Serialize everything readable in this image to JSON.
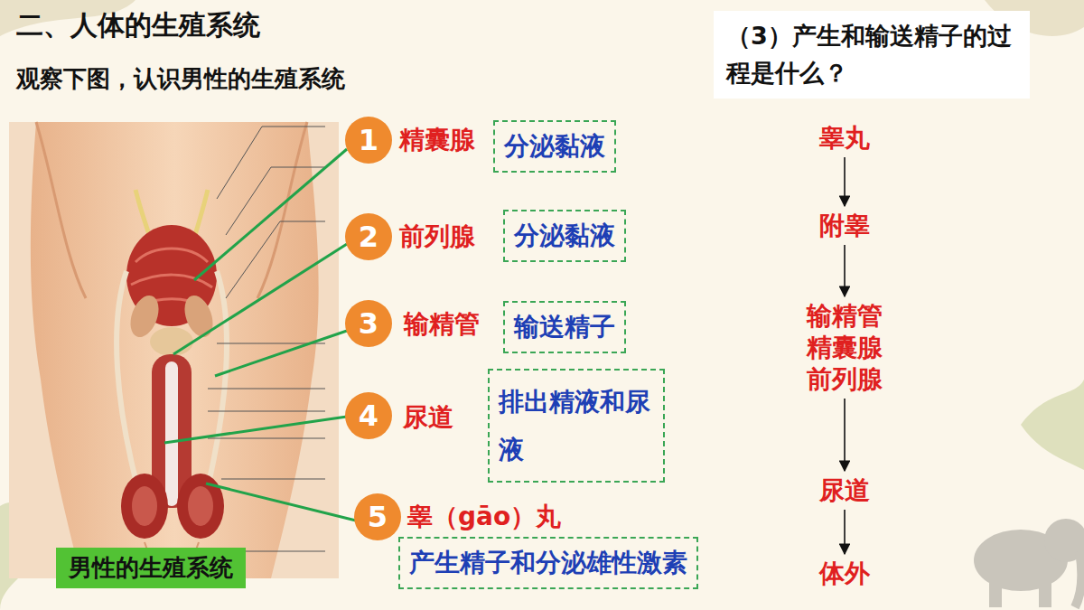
{
  "diagram": {
    "title": "二、人体的生殖系统",
    "nodes": [
      {
        "text": [
          "1"
        ]
      },
      {
        "text": [
          "分泌黏液"
        ]
      },
      {
        "text": [
          "2"
        ]
      },
      {
        "text": [
          "分泌黏液"
        ]
      },
      {
        "text": [
          "3"
        ]
      },
      {
        "text": [
          "输送精子"
        ]
      },
      {
        "text": [
          "4"
        ]
      },
      {
        "text": [
          "排出精液和尿液"
        ]
      },
      {
        "text": [
          "5"
        ]
      },
      {
        "text": [
          "产生精子和分泌雄性激素"
        ]
      },
      {
        "text": [
          "男性的生殖系统"
        ]
      },
      {
        "text": [
          "（3）产生和输送精子的过程是什么？"
        ]
      },
      {
        "text": [
          "睾丸"
        ]
      },
      {
        "text": [
          "附睾"
        ]
      },
      {
        "text": [
          "输精管 精囊腺 前列腺"
        ]
      },
      {
        "text": [
          "尿道"
        ]
      },
      {
        "text": [
          "体外"
        ]
      }
    ],
    "edges": [
      {
        "from": 12,
        "to": 13,
        "arrow": "to"
      },
      {
        "from": 13,
        "to": 14,
        "arrow": "to"
      },
      {
        "from": 14,
        "to": 15,
        "arrow": "to"
      },
      {
        "from": 15,
        "to": 16,
        "arrow": "to"
      }
    ],
    "labels": [
      "观察下图，认识男性的生殖系统",
      "精囊腺",
      "前列腺",
      "输精管",
      "尿道",
      "睾（gāo）丸"
    ]
  }
}
